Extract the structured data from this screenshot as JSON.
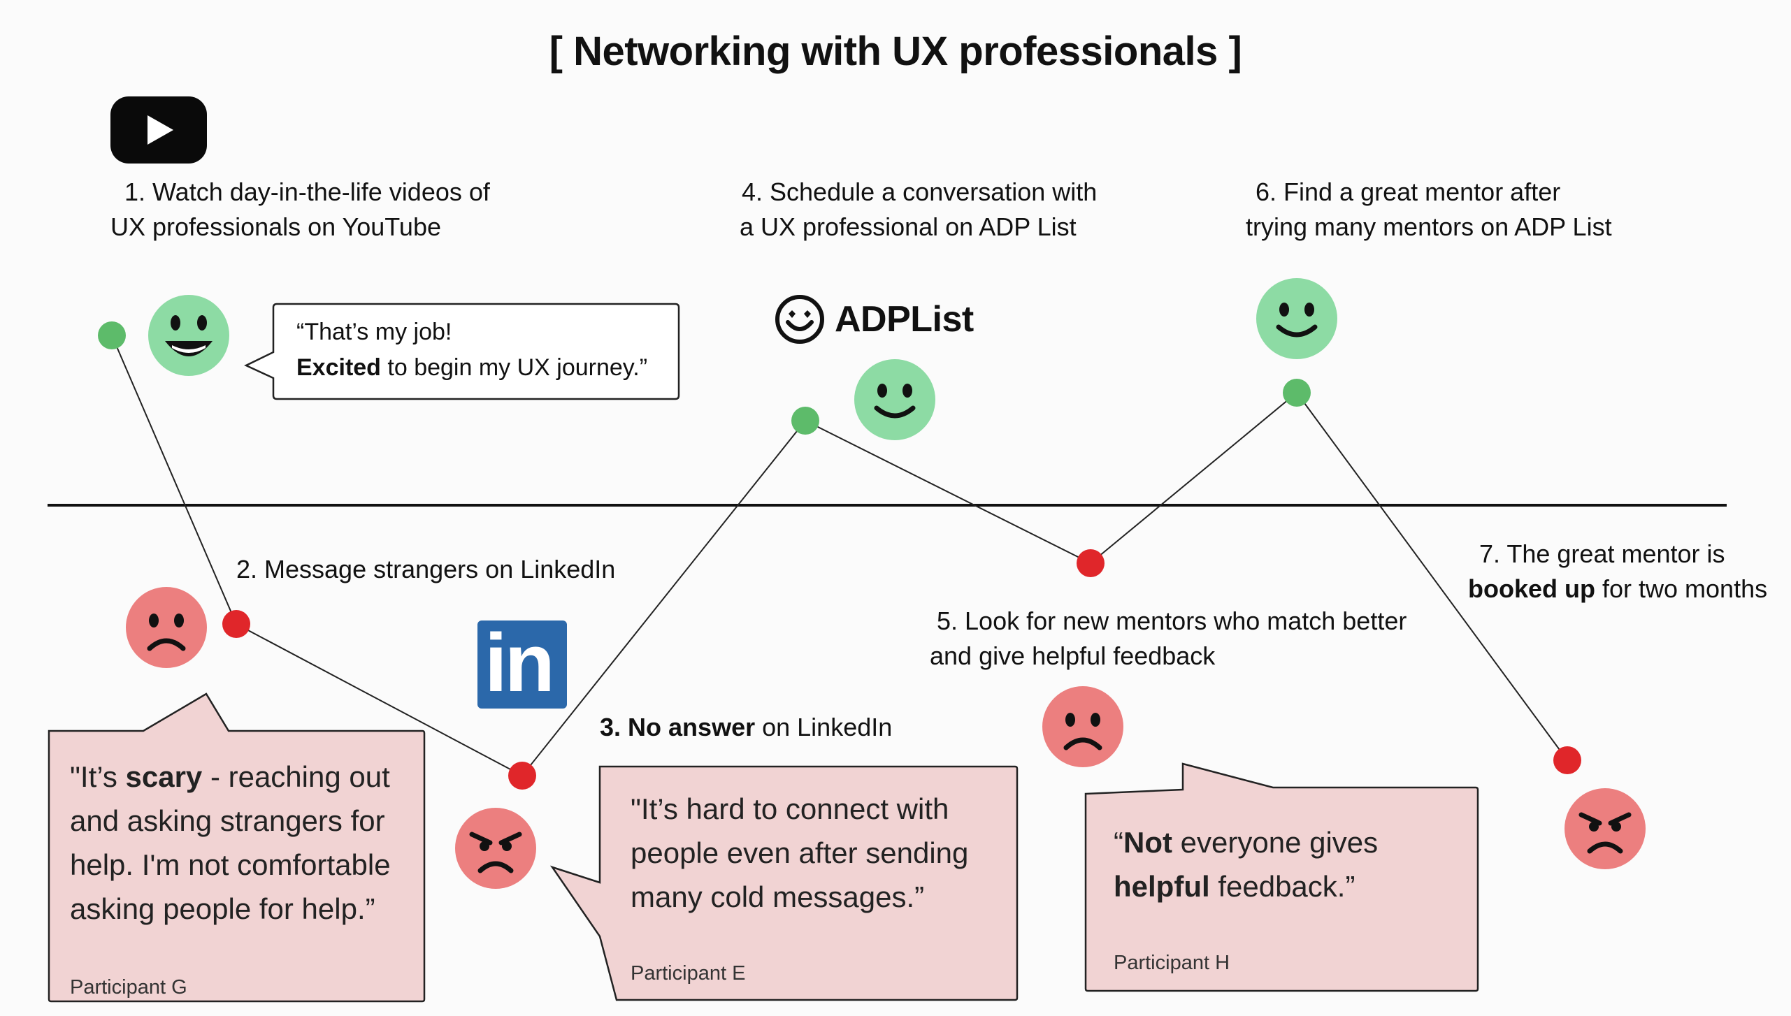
{
  "title": "[  Networking with UX professionals ]",
  "colors": {
    "happy_face": "#8ddba4",
    "sad_face": "#ec7f7f",
    "positive_dot": "#5dbb6a",
    "negative_dot": "#e0262a",
    "bubble_fill": "#f1d3d3",
    "linkedin": "#2b68aa"
  },
  "icons": {
    "youtube": "youtube-icon",
    "linkedin": "linkedin-icon",
    "adplist": "adplist-smiley-icon"
  },
  "steps": {
    "s1": {
      "line1": "1. Watch day-in-the-life videos of",
      "line2": "UX professionals on YouTube",
      "mood": "positive"
    },
    "s2": {
      "text": "2. Message strangers on LinkedIn",
      "mood": "negative"
    },
    "s3": {
      "number": "3.",
      "bold": "No answer",
      "rest": " on LinkedIn",
      "mood": "negative"
    },
    "s4": {
      "line1": "4. Schedule a conversation with",
      "line2": "a UX professional on ADP List",
      "mood": "positive"
    },
    "s5": {
      "line1": "5. Look for new mentors who match better",
      "line2": "and give helpful feedback",
      "mood": "negative"
    },
    "s6": {
      "line1": "6. Find a great mentor after",
      "line2": "trying many mentors on ADP List",
      "mood": "positive"
    },
    "s7": {
      "line1": "7. The great mentor is",
      "bold": "booked up",
      "rest": " for two months",
      "mood": "negative"
    }
  },
  "adplist_logo_text": "ADPList",
  "linkedin_logo_text": "in",
  "quotes": {
    "q1": {
      "line1": "“That’s my job!",
      "bold": "Excited",
      "rest": " to begin my UX journey.”"
    },
    "g": {
      "pre": "\"It’s ",
      "bold": "scary",
      "post": " - reaching out",
      "line2": "and asking strangers for",
      "line3": "help. I'm not comfortable",
      "line4": "asking people for help.”",
      "participant": "Participant G"
    },
    "e": {
      "line1": "\"It’s hard to connect with",
      "line2": "people even after sending",
      "line3": "many cold messages.”",
      "participant": "Participant E"
    },
    "h": {
      "pre": "“",
      "bold1": "Not",
      "post1": " everyone gives",
      "bold2": "helpful",
      "post2": " feedback.”",
      "participant": "Participant H"
    }
  }
}
